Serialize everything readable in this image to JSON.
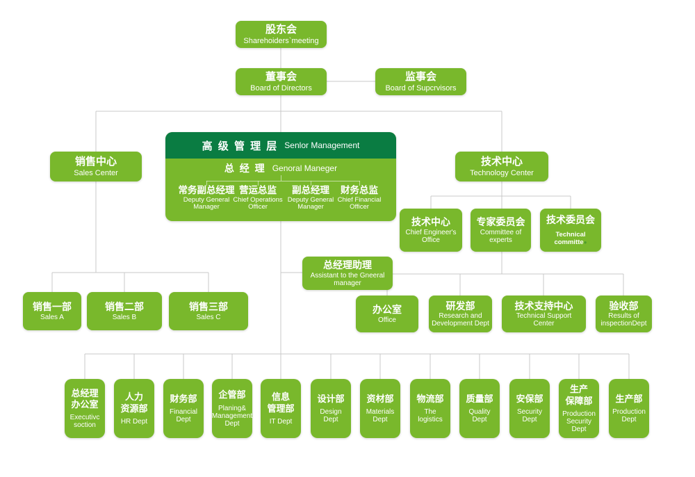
{
  "colors": {
    "box_green": "#79b82c",
    "header_green": "#0a7c42",
    "connector_gray": "#c8c8c8",
    "text_white": "#ffffff",
    "committee_dot_green": "#4f9e2c"
  },
  "nodes": {
    "shareholders_meeting": {
      "zh": "股东会",
      "en": "Sharehoiders`meeting"
    },
    "board_of_directors": {
      "zh": "董事会",
      "en": "Board of Directors"
    },
    "board_of_supervisors": {
      "zh": "监事会",
      "en": "Board of Supcrvisors"
    },
    "senior_management_header": {
      "zh": "高 级 管 理 层",
      "en": "Senlor Management"
    },
    "general_manager": {
      "zh": "总 经 理",
      "en": "Genoral Maneger"
    },
    "management_roles": [
      {
        "zh": "常务副总经理",
        "en": "Deputy General\nManager"
      },
      {
        "zh": "营运总监",
        "en": "Chief Operations\nOfficer"
      },
      {
        "zh": "副总经理",
        "en": "Deputy General\nManager"
      },
      {
        "zh": "财务总监",
        "en": "Chief Financial\nOfficer"
      }
    ],
    "sales_center": {
      "zh": "销售中心",
      "en": "Sales Center"
    },
    "technology_center": {
      "zh": "技术中心",
      "en": "Technology Center"
    },
    "chief_engineers_office": {
      "zh": "技术中心",
      "en": "Chief Engineer's\nOffice"
    },
    "committee_of_experts": {
      "zh": "专家委员会",
      "en": "Committee of\nexperts"
    },
    "technical_committee": {
      "zh": "技术委员会",
      "en": "Technical committe",
      "dot": "●"
    },
    "gm_assistant": {
      "zh": "总经理助理",
      "en": "Assistant to the Gneeral\nmanager"
    },
    "sales_departments": [
      {
        "zh": "销售一部",
        "en": "Sales A"
      },
      {
        "zh": "销售二部",
        "en": "Sales B"
      },
      {
        "zh": "销售三部",
        "en": "Sales C"
      }
    ],
    "office": {
      "zh": "办公室",
      "en": "Office"
    },
    "rd_dept": {
      "zh": "研发部",
      "en": "Research and\nDevelopment Dept"
    },
    "tech_support_center": {
      "zh": "技术支持中心",
      "en": "Technical Support\nCenter"
    },
    "inspection_dept": {
      "zh": "验收部",
      "en": "Results of\ninspectionDept"
    },
    "departments": [
      {
        "zh": "总经理\n办公室",
        "en": "Executivc\nsoction"
      },
      {
        "zh": "人力\n资源部",
        "en": "HR Dept"
      },
      {
        "zh": "财务部",
        "en": "Financial\nDept"
      },
      {
        "zh": "企管部",
        "en": "Planing&\nManagement\nDept"
      },
      {
        "zh": "信息\n管理部",
        "en": "IT Dept"
      },
      {
        "zh": "设计部",
        "en": "Design\nDept"
      },
      {
        "zh": "资材部",
        "en": "Materials\nDept"
      },
      {
        "zh": "物流部",
        "en": "The\nlogistics"
      },
      {
        "zh": "质量部",
        "en": "Quality\nDept"
      },
      {
        "zh": "安保部",
        "en": "Security\nDept"
      },
      {
        "zh": "生产\n保障部",
        "en": "Production\nSecurity\nDept"
      },
      {
        "zh": "生产部",
        "en": "Production\nDept"
      }
    ]
  }
}
